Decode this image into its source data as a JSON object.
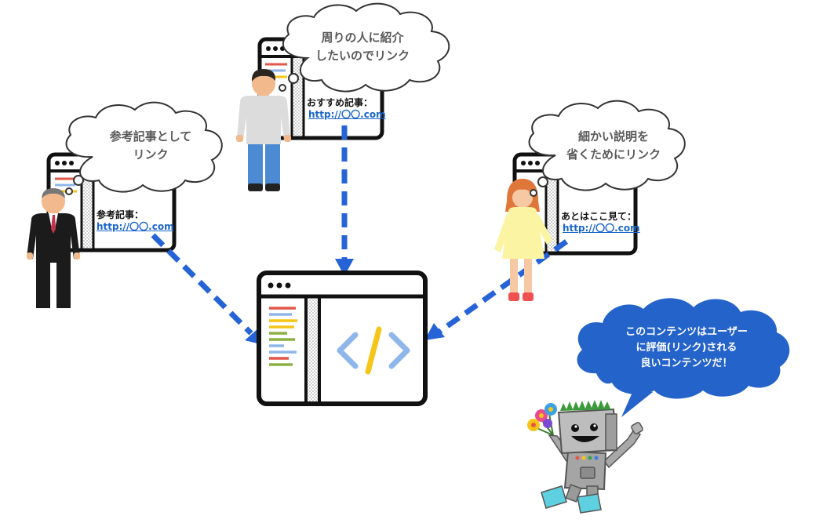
{
  "colors": {
    "arrow": "#2563d6",
    "frame": "#111111",
    "url": "#1a66c9",
    "bubble_stroke": "#333333",
    "robot_bubble": "#2463c9",
    "code_icon_blue": "#8fb6ea",
    "code_icon_yellow": "#f5c518"
  },
  "center_page": {
    "icon": "code-icon"
  },
  "referrers": [
    {
      "id": "businessman",
      "bubble": [
        "参考記事として",
        "リンク"
      ],
      "link_label": "参考記事：",
      "link_url": "http://〇〇.com"
    },
    {
      "id": "casual-man",
      "bubble": [
        "周りの人に紹介",
        "したいのでリンク"
      ],
      "link_label": "おすすめ記事：",
      "link_url": "http://〇〇.com"
    },
    {
      "id": "woman",
      "bubble": [
        "細かい説明を",
        "省くためにリンク"
      ],
      "link_label": "あとはここ見て：",
      "link_url": "http://〇〇.com"
    }
  ],
  "robot": {
    "icon": "robot-mascot-icon",
    "bubble": [
      "このコンテンツはユーザー",
      "に評価(リンク)される",
      "良いコンテンツだ！"
    ]
  }
}
